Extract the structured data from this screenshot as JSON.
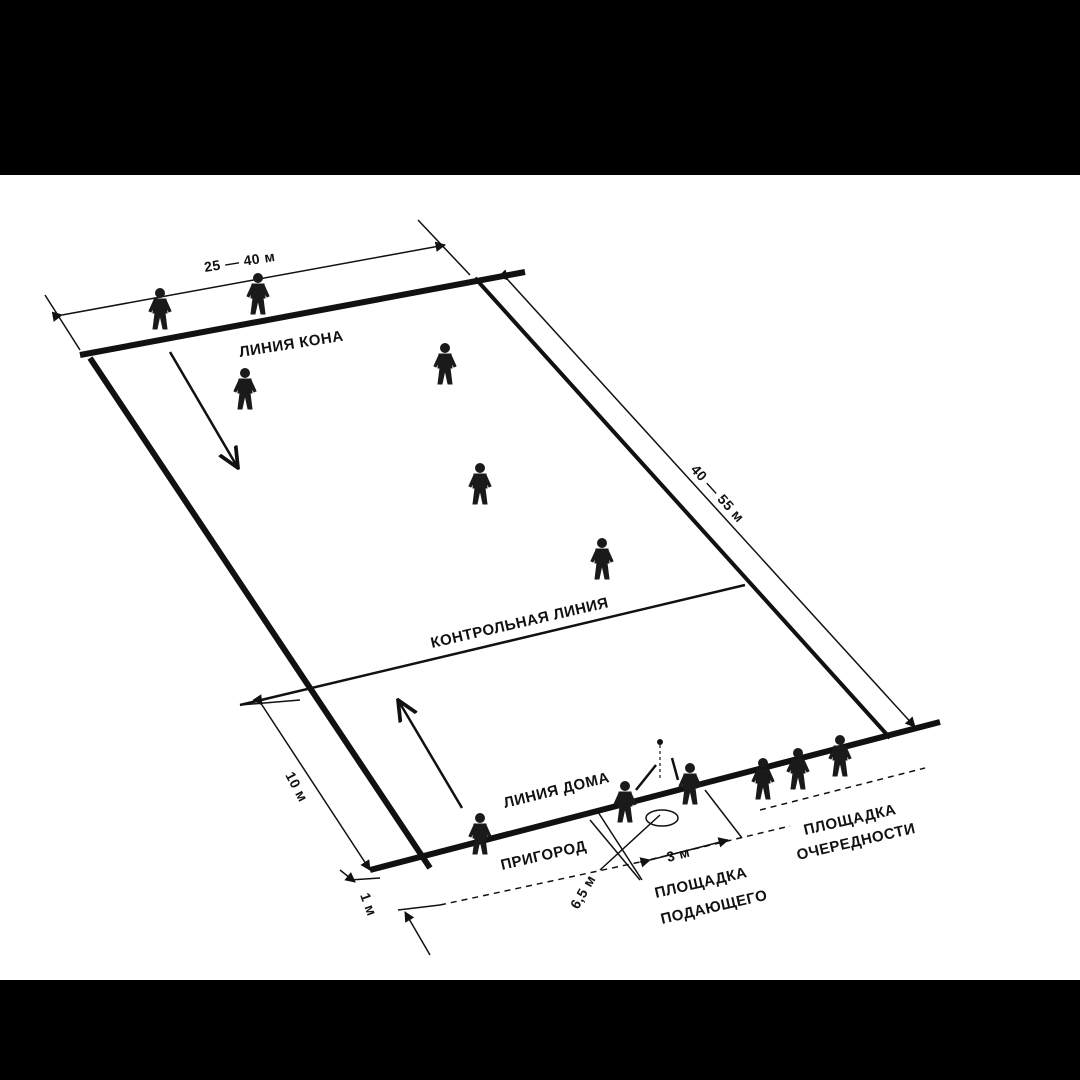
{
  "labels": {
    "width_dim": "25 — 40 м",
    "length_dim": "40 — 55 м",
    "kon_line": "ЛИНИЯ КОНА",
    "control_line": "КОНТРОЛЬНАЯ ЛИНИЯ",
    "home_line": "ЛИНИЯ ДОМА",
    "suburb": "ПРИГОРОД",
    "dim_10m": "10 м",
    "dim_1m": "1 м",
    "dim_6_5m": "6,5 м",
    "dim_3m": "3 м",
    "server_area_line1": "ПЛОЩАДКА",
    "server_area_line2": "ПОДАЮЩЕГО",
    "queue_area_line1": "ПЛОЩАДКА",
    "queue_area_line2": "ОЧЕРЕДНОСТИ"
  },
  "colors": {
    "frame": "#000000",
    "paper": "#ffffff",
    "ink": "#111111"
  }
}
